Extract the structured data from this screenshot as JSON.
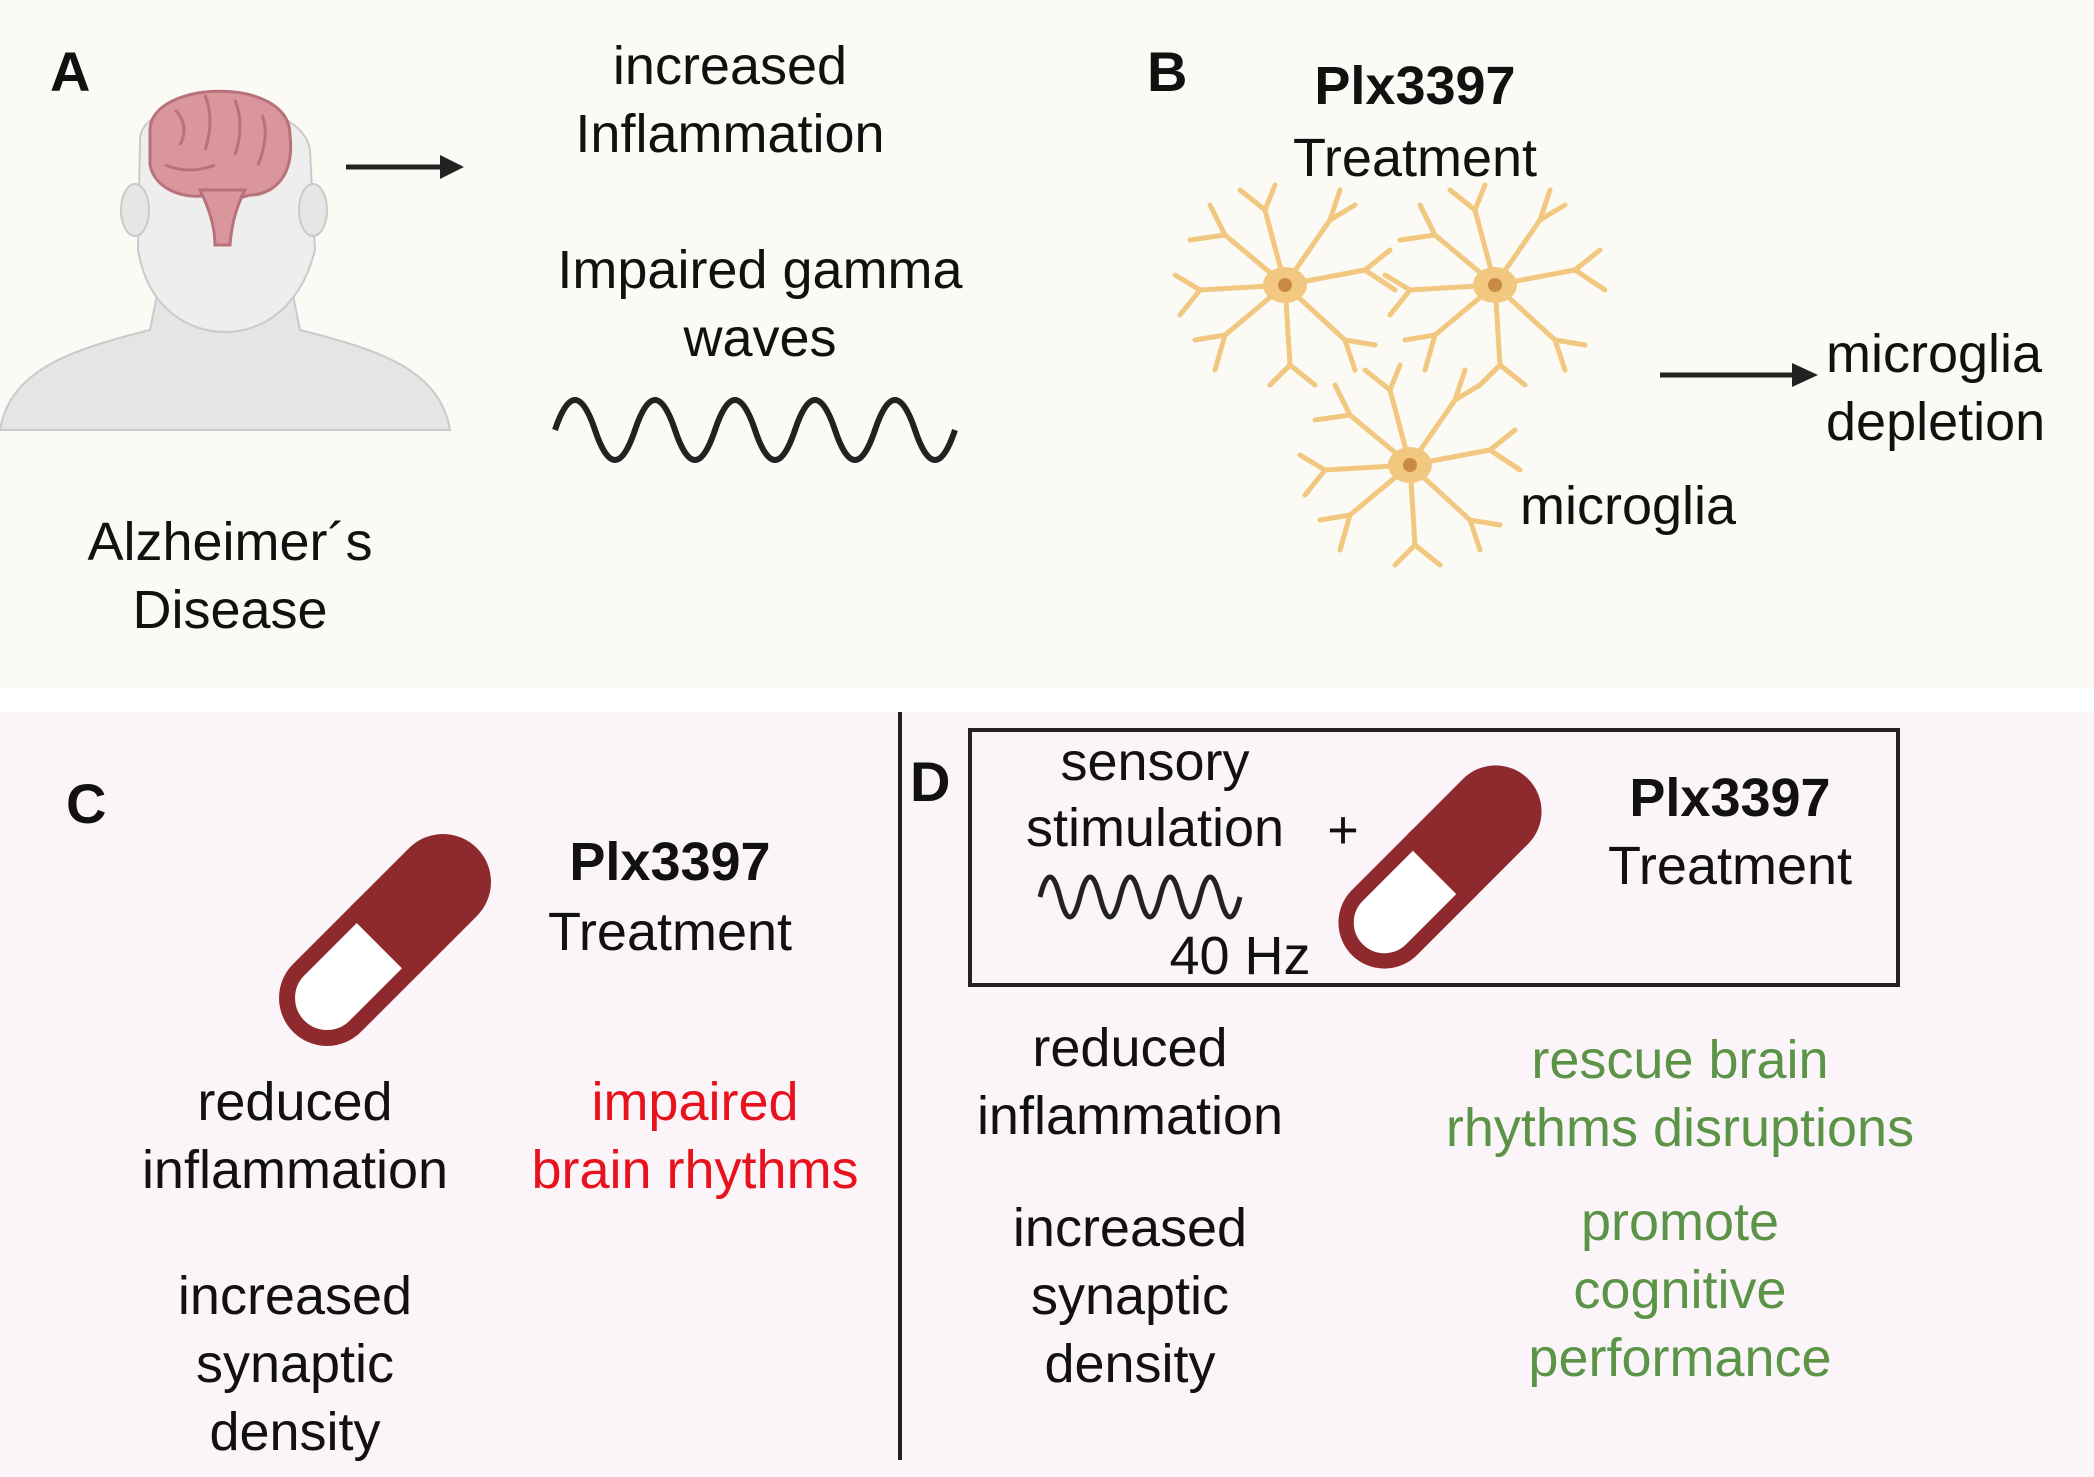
{
  "panel_a": {
    "letter": "A",
    "inflammation_line1": "increased",
    "inflammation_line2": "Inflammation",
    "gamma_line1": "Impaired gamma",
    "gamma_line2": "waves",
    "disease_line1": "Alzheimer´s",
    "disease_line2": "Disease"
  },
  "panel_b": {
    "letter": "B",
    "drug": "Plx3397",
    "treatment": "Treatment",
    "cell_label": "microglia",
    "result_line1": "microglia",
    "result_line2": "depletion"
  },
  "panel_c": {
    "letter": "C",
    "drug": "Plx3397",
    "treatment": "Treatment",
    "effect1_line1": "reduced",
    "effect1_line2": "inflammation",
    "effect2_line1": "impaired",
    "effect2_line2": "brain rhythms",
    "effect3_line1": "increased",
    "effect3_line2": "synaptic",
    "effect3_line3": "density"
  },
  "panel_d": {
    "letter": "D",
    "stim_line1": "sensory",
    "stim_line2": "stimulation",
    "plus": "+",
    "frequency": "40 Hz",
    "drug": "Plx3397",
    "treatment": "Treatment",
    "effect1_line1": "reduced",
    "effect1_line2": "inflammation",
    "effect2_line1": "rescue brain",
    "effect2_line2": "rhythms disruptions",
    "effect3_line1": "increased",
    "effect3_line2": "synaptic",
    "effect3_line3": "density",
    "effect4_line1": "promote",
    "effect4_line2": "cognitive",
    "effect4_line3": "performance"
  },
  "colors": {
    "negative": "#e8121c",
    "positive": "#5b9446",
    "pill": "#8e2a2e",
    "brain": "#d9969c",
    "microglia": "#f2c77f"
  }
}
